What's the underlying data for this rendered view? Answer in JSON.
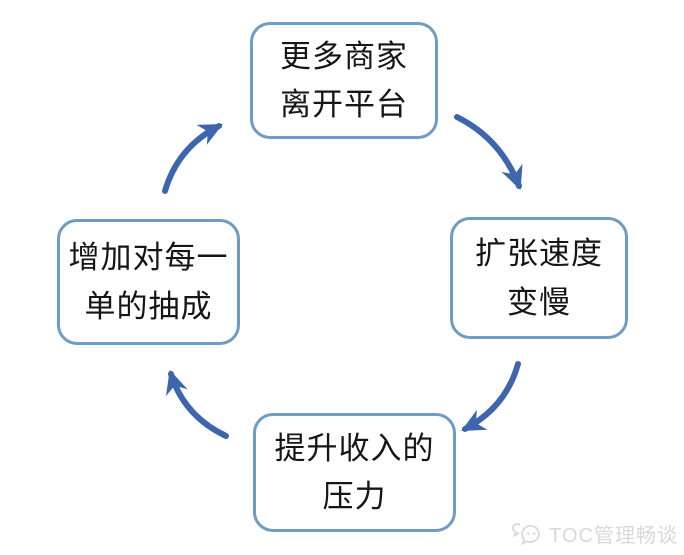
{
  "theme": {
    "bg": "#ffffff",
    "box-border": "#6f9cc4",
    "arrow": "#3e66ae",
    "text": "#161616",
    "watermark": "#d9d9d9"
  },
  "diagram_type": "causal-loop-cycle",
  "nodes": [
    {
      "id": "more-merchants-leave",
      "position": "top",
      "line1": "更多商家",
      "line2": "离开平台"
    },
    {
      "id": "expansion-slows",
      "position": "right",
      "line1": "扩张速度",
      "line2": "变慢"
    },
    {
      "id": "pressure-to-raise-revenue",
      "position": "bottom",
      "line1": "提升收入的",
      "line2": "压力"
    },
    {
      "id": "increase-per-order-commission",
      "position": "left",
      "line1": "增加对每一",
      "line2": "单的抽成"
    }
  ],
  "edges": [
    {
      "from": "more-merchants-leave",
      "to": "expansion-slows"
    },
    {
      "from": "expansion-slows",
      "to": "pressure-to-raise-revenue"
    },
    {
      "from": "pressure-to-raise-revenue",
      "to": "increase-per-order-commission"
    },
    {
      "from": "increase-per-order-commission",
      "to": "more-merchants-leave"
    }
  ],
  "watermark": {
    "icon": "speech-bubbles-icon",
    "text": "TOC管理畅谈"
  }
}
